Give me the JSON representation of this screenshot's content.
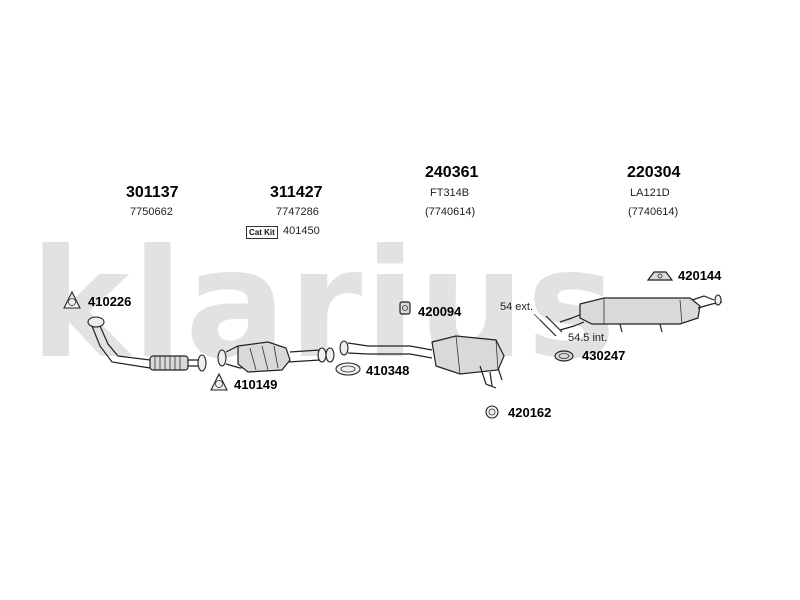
{
  "brand": {
    "watermark": "klarius"
  },
  "groups": [
    {
      "part_no": "301137",
      "ref": "7750662"
    },
    {
      "part_no": "311427",
      "ref": "7747286",
      "cat_kit_label": "Cat Kit",
      "cat_kit_no": "401450"
    },
    {
      "part_no": "240361",
      "ref": "FT314B",
      "ref2": "(7740614)"
    },
    {
      "part_no": "220304",
      "ref": "LA121D",
      "ref2": "(7740614)"
    }
  ],
  "clamps": {
    "c410226": "410226",
    "c410149": "410149",
    "c410348": "410348",
    "c420094": "420094",
    "c420162": "420162",
    "c420144": "420144",
    "c430247": "430247"
  },
  "notes": {
    "ext": "54 ext.",
    "int": "54.5 int."
  },
  "colors": {
    "watermark": "#e2e2e2",
    "part_fill": "#d9d9d9",
    "line": "#222222"
  }
}
